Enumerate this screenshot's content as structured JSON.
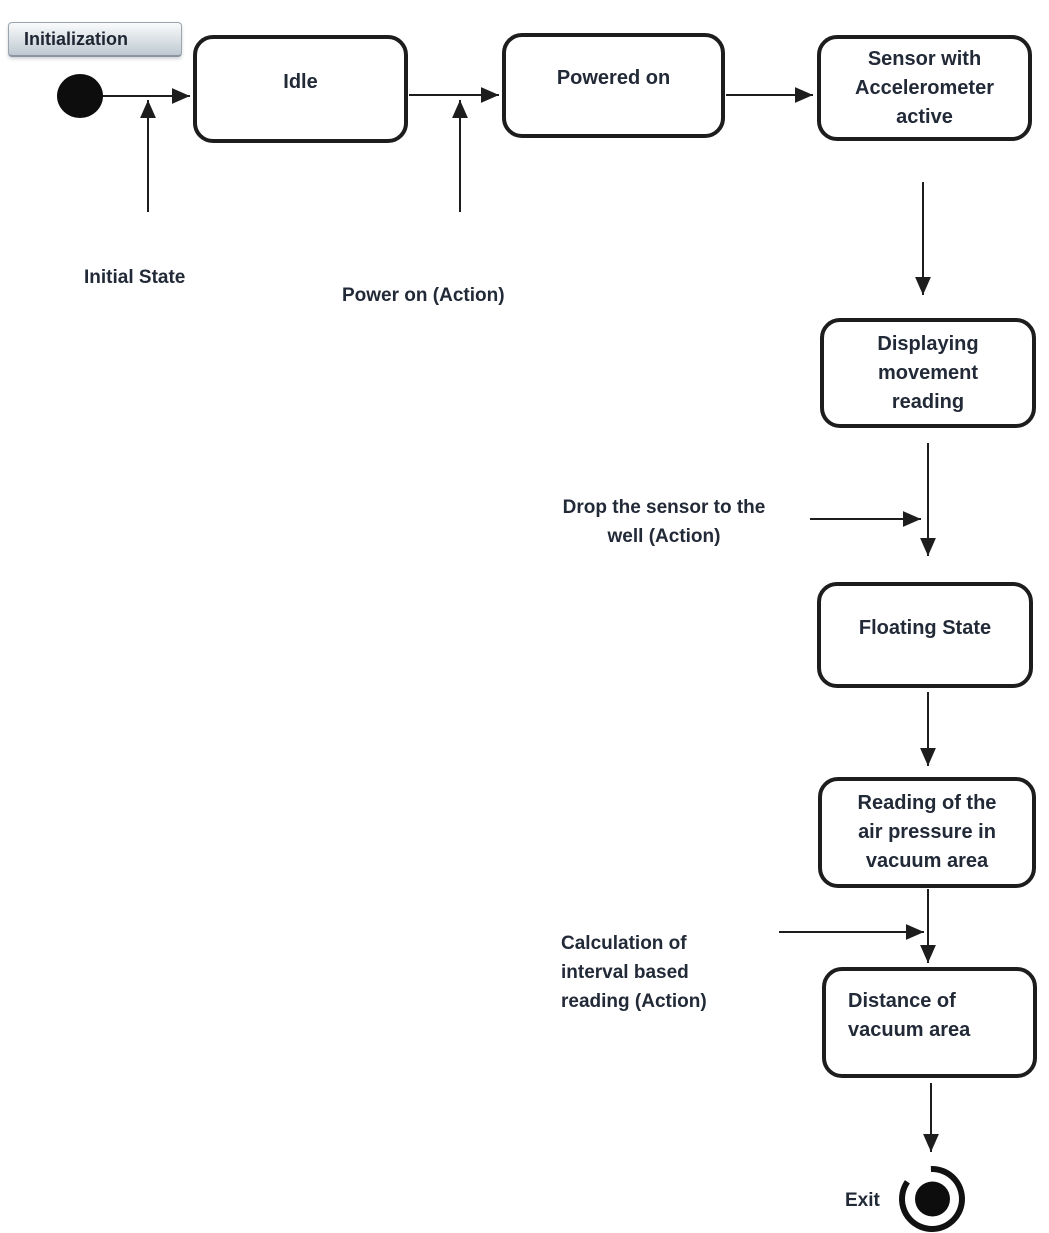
{
  "diagram": {
    "title": "Initialization",
    "colors": {
      "line": "#1d1d1d",
      "node_border": "#1d1d1d",
      "node_fill": "#ffffff",
      "text": "#222a38",
      "tab_gradient_top": "#fafbfc",
      "tab_gradient_bottom": "#bfc9d2",
      "background": "#ffffff"
    },
    "nodes": [
      {
        "id": "initial-state",
        "type": "initial",
        "label": ""
      },
      {
        "id": "idle",
        "type": "state",
        "label": "Idle"
      },
      {
        "id": "powered-on",
        "type": "state",
        "label": "Powered on"
      },
      {
        "id": "sensor-accelerometer-active",
        "type": "state",
        "label": "Sensor with\nAccelerometer\nactive"
      },
      {
        "id": "displaying-movement-reading",
        "type": "state",
        "label": "Displaying\nmovement\nreading"
      },
      {
        "id": "floating-state",
        "type": "state",
        "label": "Floating State"
      },
      {
        "id": "reading-air-pressure",
        "type": "state",
        "label": "Reading of the\nair pressure in\nvacuum area"
      },
      {
        "id": "distance-vacuum-area",
        "type": "state",
        "label": "Distance of\nvacuum area"
      },
      {
        "id": "exit",
        "type": "final",
        "label": "Exit"
      }
    ],
    "transitions": [
      {
        "id": "initial-to-idle",
        "label": "Initial State"
      },
      {
        "id": "idle-to-powered-on",
        "label": "Power on (Action)"
      },
      {
        "id": "displaying-to-floating",
        "label": "Drop the sensor to the\nwell (Action)"
      },
      {
        "id": "reading-to-distance",
        "label": "Calculation of\ninterval based\nreading (Action)"
      }
    ]
  }
}
